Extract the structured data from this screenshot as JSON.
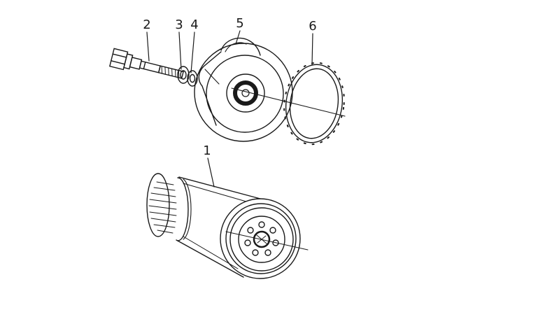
{
  "ink": "#1a1a1a",
  "background": "#ffffff",
  "callouts": [
    {
      "label": "1"
    },
    {
      "label": "2"
    },
    {
      "label": "3"
    },
    {
      "label": "4"
    },
    {
      "label": "5"
    },
    {
      "label": "6"
    }
  ]
}
